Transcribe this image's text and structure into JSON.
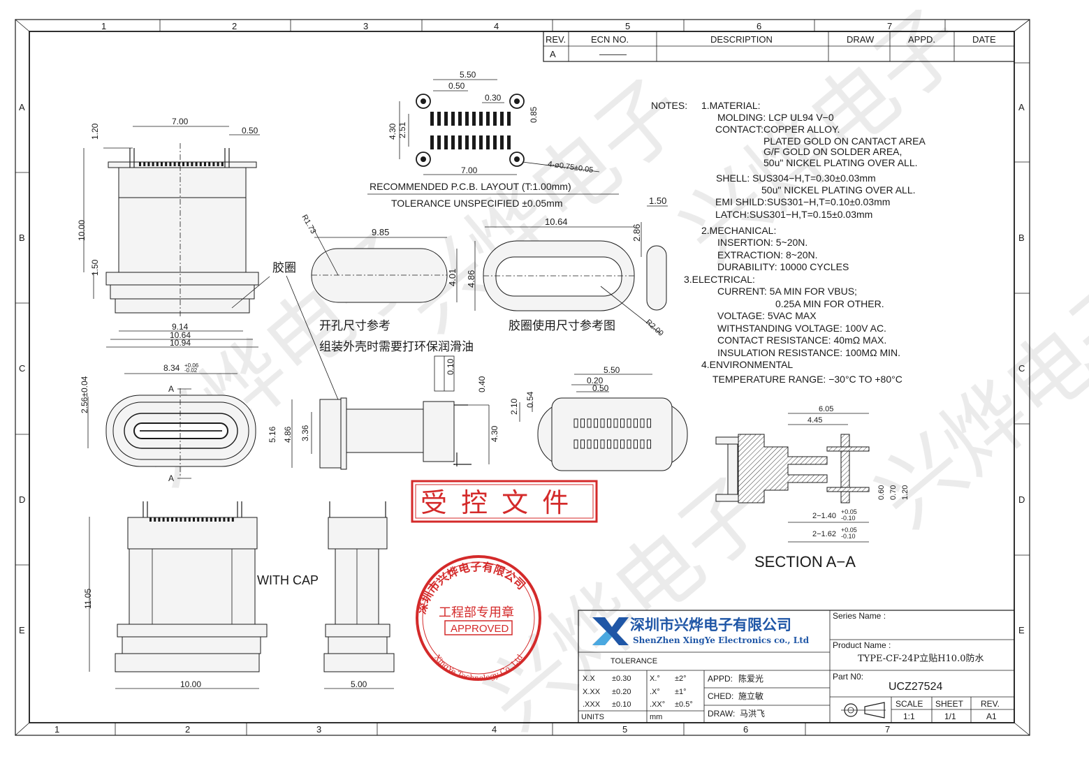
{
  "grid": {
    "top_cols": [
      "1",
      "2",
      "3",
      "4",
      "5",
      "6",
      "7"
    ],
    "bottom_cols": [
      "1",
      "2",
      "3",
      "4",
      "5",
      "6",
      "7"
    ],
    "rows": [
      "A",
      "B",
      "C",
      "D",
      "E"
    ]
  },
  "revision_table": {
    "headers": {
      "rev": "REV.",
      "ecn": "ECN NO.",
      "desc": "DESCRIPTION",
      "draw": "DRAW",
      "appd": "APPD.",
      "date": "DATE"
    },
    "row": {
      "rev": "A",
      "ecn": "———"
    }
  },
  "pcb_layout": {
    "dims": {
      "w550": "5.50",
      "w050": "0.50",
      "w030": "0.30",
      "h085": "0.85",
      "h430": "4.30",
      "h251": "2.51",
      "w700": "7.00",
      "hole": "4-ø0.75±0.05"
    },
    "title": "RECOMMENDED  P.C.B.  LAYOUT  (T:1.00mm)",
    "tolerance": "TOLERANCE  UNSPECIFIED  ±0.05mm"
  },
  "notes": {
    "heading": "NOTES:",
    "lines": [
      "1.MATERIAL:",
      "MOLDING:  LCP  UL94  V−0",
      "CONTACT:COPPER  ALLOY.",
      "PLATED  GOLD  ON  CANTACT  AREA",
      "G/F  GOLD  ON  SOLDER  AREA,",
      "50u\"  NICKEL  PLATING  OVER  ALL.",
      "SHELL:  SUS304−H,T=0.30±0.03mm",
      "50u\"  NICKEL  PLATING  OVER  ALL.",
      "EMI  SHILD:SUS301−H,T=0.10±0.03mm",
      "LATCH:SUS301−H,T=0.15±0.03mm",
      "2.MECHANICAL:",
      "INSERTION:  5~20N.",
      "EXTRACTION:  8~20N.",
      "DURABILITY:  10000  CYCLES",
      "3.ELECTRICAL:",
      "CURRENT:  5A  MIN  FOR  VBUS;",
      "0.25A  MIN  FOR  OTHER.",
      "VOLTAGE:  5VAC  MAX",
      "WITHSTANDING  VOLTAGE:  100V  AC.",
      "CONTACT  RESISTANCE:  40mΩ  MAX.",
      "INSULATION  RESISTANCE:  100MΩ  MIN.",
      "4.ENVIRONMENTAL",
      "TEMPERATURE  RANGE:  −30°C  TO  +80°C"
    ]
  },
  "front_view": {
    "w700": "7.00",
    "w050": "0.50",
    "h120": "1.20",
    "h1000": "10.00",
    "h150": "1.50",
    "w914": "9.14",
    "w1064": "10.64",
    "w1094": "10.94"
  },
  "gasket": {
    "label": "胶圈",
    "r173": "R1.73",
    "w985": "9.85",
    "h401": "4.01",
    "caption1": "开孔尺寸参考",
    "caption2": "组装外壳时需要打环保润滑油",
    "w1064": "10.64",
    "h486": "4.86",
    "h286": "2.86",
    "w150": "1.50",
    "r200": "R2.00",
    "caption3": "胶圈使用尺寸参考图"
  },
  "mid_views": {
    "w834": "8.34",
    "tol_up": "+0.06",
    "tol_dn": "-0.02",
    "h256": "2.56±0.04",
    "sec_a": "A",
    "h516": "5.16",
    "h486": "4.86",
    "h336": "3.36",
    "flat": "0.10",
    "h040": "0.40",
    "h430": "4.30",
    "w550": "5.50",
    "w020": "0.20",
    "w050": "0.50",
    "h210": "2.10",
    "h054": "0.54"
  },
  "stamp_red": {
    "text": "受 控 文 件",
    "color": "#d42a2a"
  },
  "seal": {
    "ring_text": "深圳市兴烨电子有限公司",
    "ring_en": "XingYe Technology Co.,Ltd",
    "center": "工程部专用章",
    "approved": "APPROVED",
    "color": "#d42a2a"
  },
  "cap_view": {
    "label": "WITH CAP",
    "h1105": "11.05",
    "w1000": "10.00",
    "w500": "5.00"
  },
  "section": {
    "title": "SECTION  A−A",
    "w605": "6.05",
    "w445": "4.45",
    "h060": "0.60",
    "h070": "0.70",
    "h120": "1.20",
    "d1": "2−1.40",
    "d2": "2−1.62",
    "tol_up": "+0.05",
    "tol_dn": "-0.10"
  },
  "title_block": {
    "company_cn": "深圳市兴烨电子有限公司",
    "company_en": "ShenZhen XingYe Electronics co., Ltd",
    "brand_color": "#1f56a6",
    "series_label": "Series Name :",
    "product_label": "Product Name :",
    "product_value": "TYPE-CF-24P立贴H10.0防水",
    "part_label": "Part N0:",
    "part_value": "UCZ27524",
    "tolerance_label": "TOLERANCE",
    "tol_rows": [
      {
        "k": "X.X",
        "v": "±0.30",
        "a": "X.°",
        "av": "±2°"
      },
      {
        "k": "X.XX",
        "v": "±0.20",
        "a": ".X°",
        "av": "±1°"
      },
      {
        "k": ".XXX",
        "v": "±0.10",
        "a": ".XX°",
        "av": "±0.5°"
      }
    ],
    "units_label": "UNITS",
    "units_value": "mm",
    "appd_label": "APPD:",
    "appd_value": "陈爱光",
    "ched_label": "CHED:",
    "ched_value": "施立敏",
    "draw_label": "DRAW:",
    "draw_value": "马洪飞",
    "scale_label": "SCALE",
    "scale_value": "1:1",
    "sheet_label": "SHEET",
    "sheet_value": "1/1",
    "rev_label": "REV.",
    "rev_value": "A1"
  },
  "watermark": "兴烨电子"
}
